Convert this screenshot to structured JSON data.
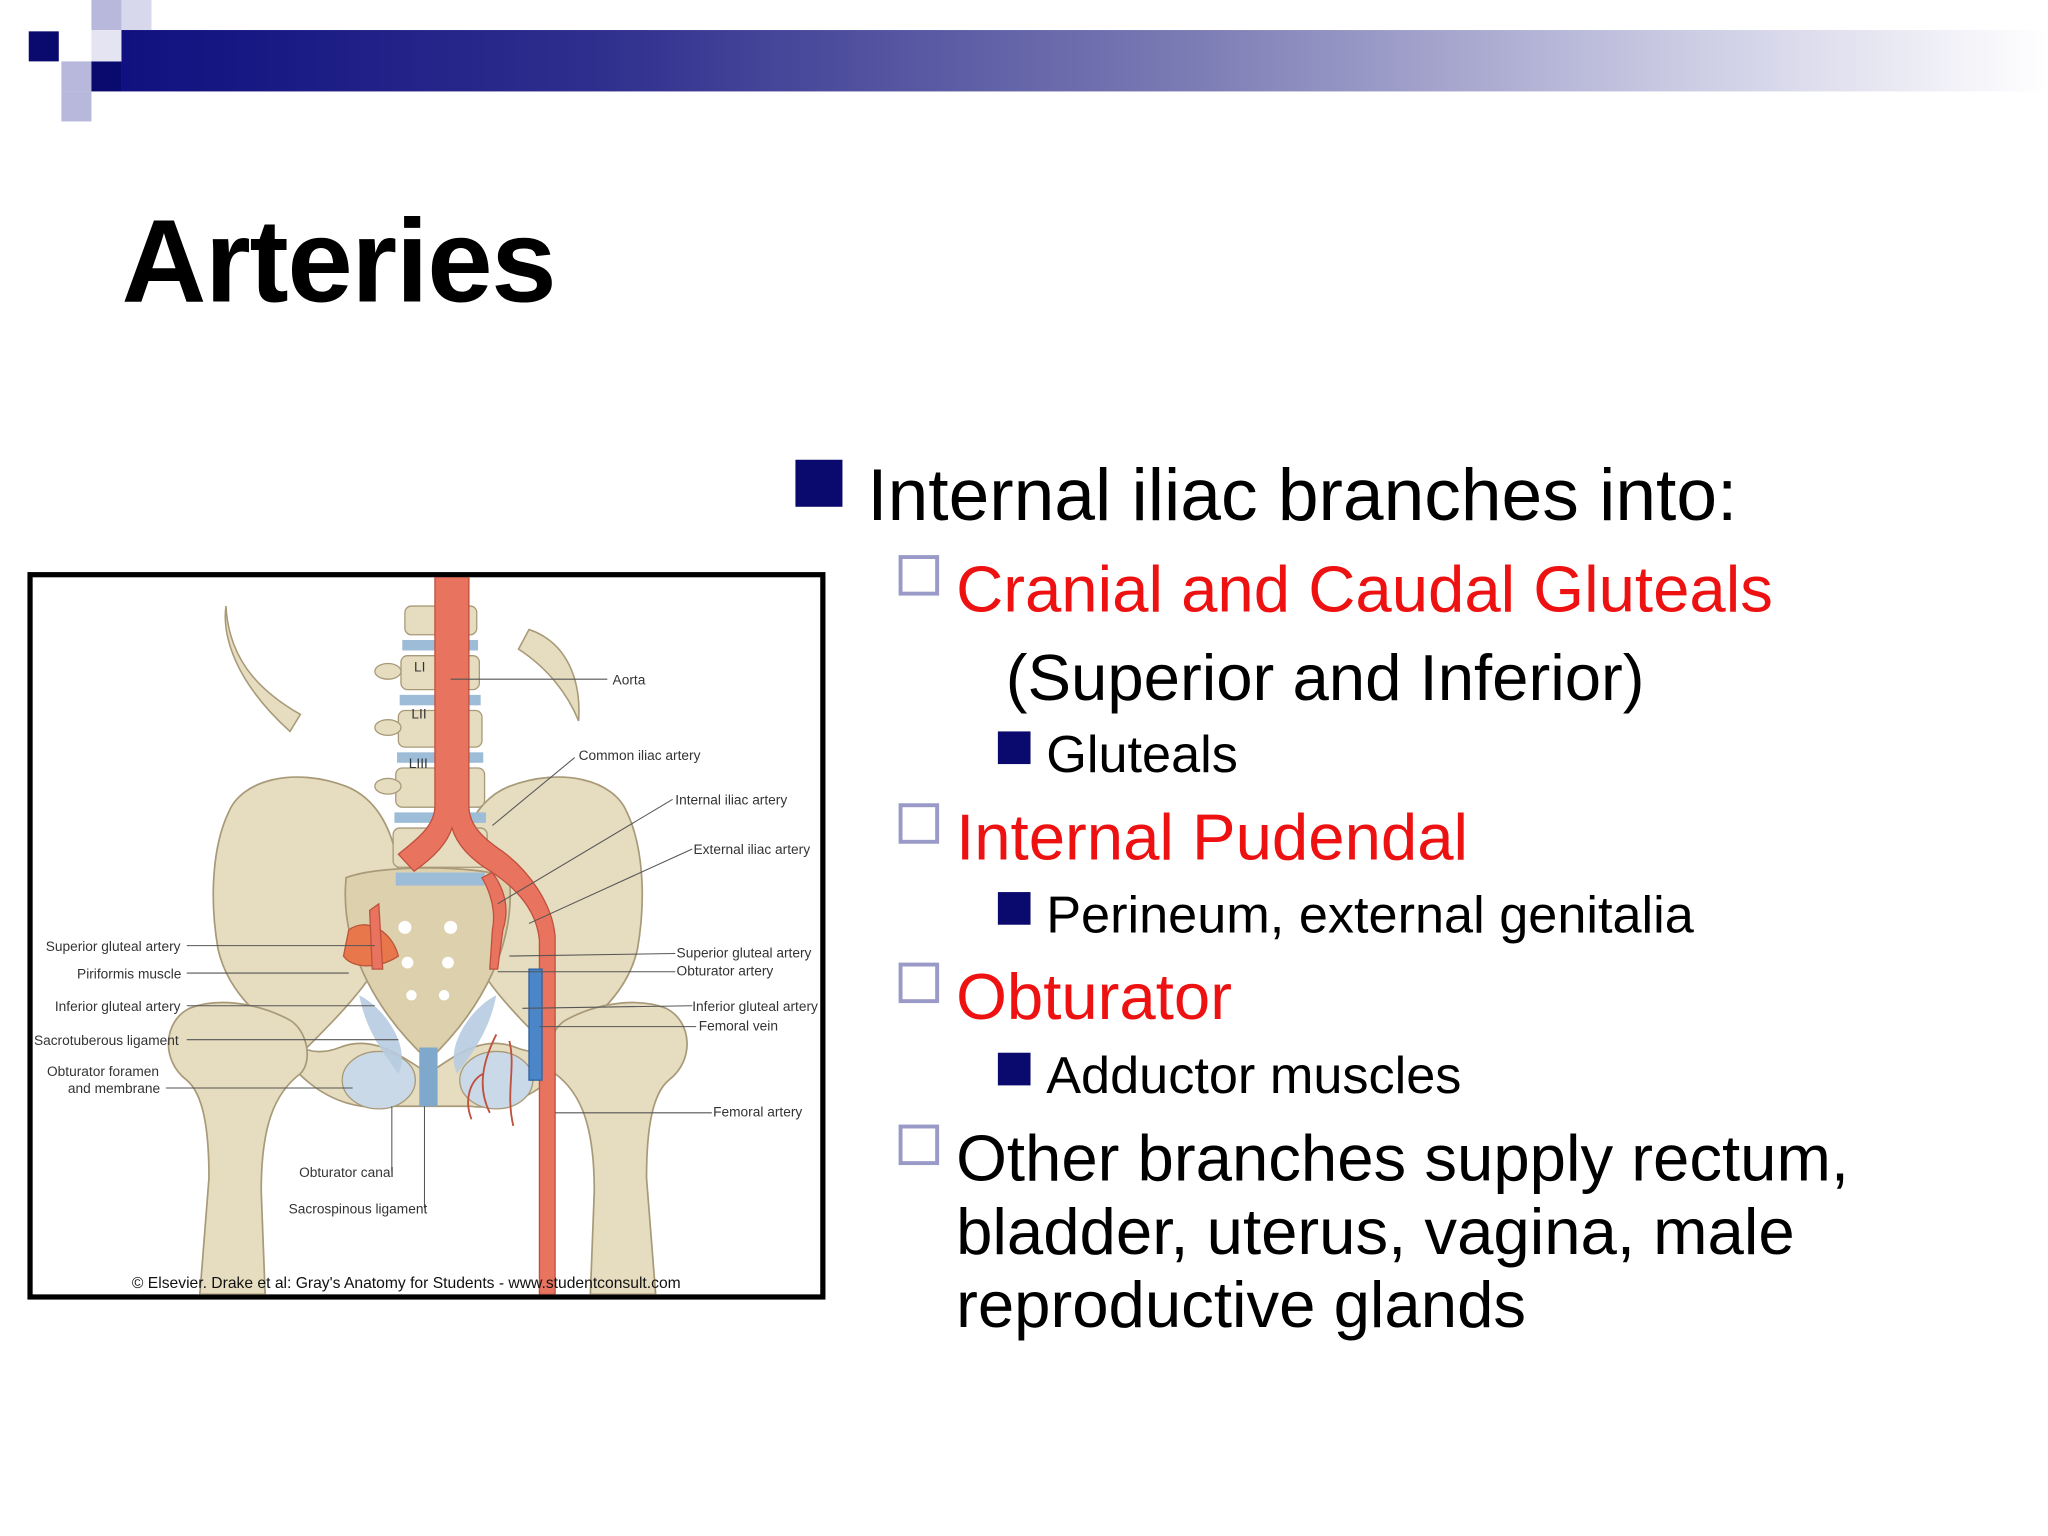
{
  "slide": {
    "title": "Arteries",
    "bullets": {
      "level1": "Internal iliac branches into:",
      "cranial": "Cranial and Caudal Gluteals",
      "cranial_note": "(Superior and Inferior)",
      "cranial_sub": "Gluteals",
      "pudendal": "Internal Pudendal",
      "pudendal_sub": "Perineum, external genitalia",
      "obturator": "Obturator",
      "obturator_sub": "Adductor muscles",
      "other_line1": "Other branches supply rectum,",
      "other_line2": "bladder, uterus, vagina, male",
      "other_line3": "reproductive glands"
    }
  },
  "figure": {
    "labels": {
      "aorta": "Aorta",
      "common_iliac": "Common iliac artery",
      "internal_iliac": "Internal iliac artery",
      "external_iliac": "External iliac artery",
      "superior_gluteal_left": "Superior gluteal artery",
      "piriformis": "Piriformis muscle",
      "inferior_gluteal_left": "Inferior gluteal artery",
      "sacrotuberous": "Sacrotuberous ligament",
      "obturator_foramen_1": "Obturator foramen",
      "obturator_foramen_2": "and membrane",
      "superior_gluteal_right": "Superior gluteal artery",
      "obturator_artery": "Obturator artery",
      "inferior_gluteal_right": "Inferior gluteal artery",
      "femoral_vein": "Femoral vein",
      "femoral_artery": "Femoral artery",
      "obturator_canal": "Obturator canal",
      "sacrospinous": "Sacrospinous ligament",
      "vert_l1": "LI",
      "vert_l2": "LII",
      "vert_l3": "LIII"
    },
    "caption": "© Elsevier. Drake et al: Gray's Anatomy for Students - www.studentconsult.com"
  },
  "colors": {
    "accent": "#0a0a6e",
    "red": "#ee1111",
    "artery": "#e8735e",
    "bone": "#e6dcc0",
    "vein": "#4a86c8"
  }
}
